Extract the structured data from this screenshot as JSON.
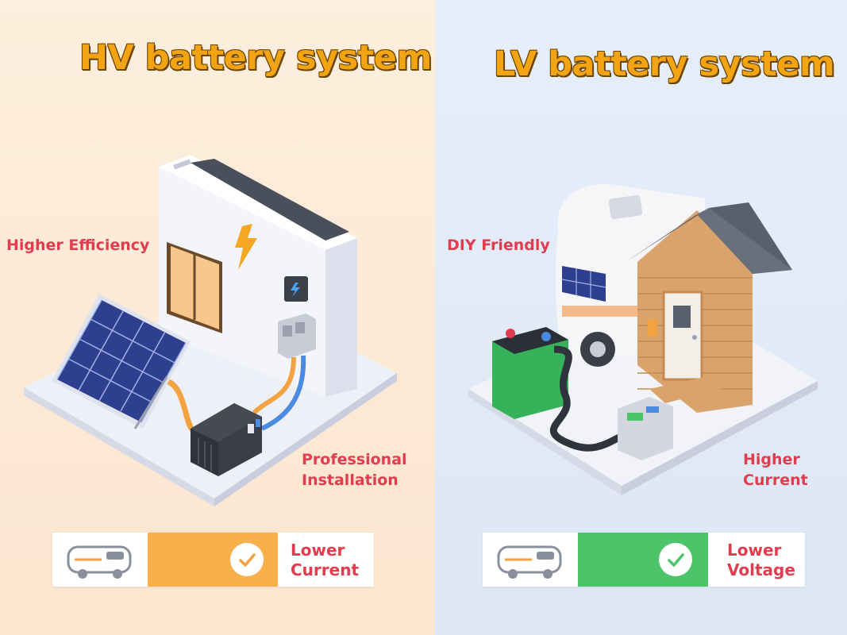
{
  "hv": {
    "title": "HV battery system",
    "labels": {
      "efficiency": "Higher Efficiency",
      "installation_line1": "Professional",
      "installation_line2": "Installation"
    },
    "bar": {
      "line1": "Lower",
      "line2": "Current",
      "fill_color": "#f7b04a"
    }
  },
  "lv": {
    "title": "LV battery system",
    "labels": {
      "diy": "DIY Friendly",
      "current_line1": "Higher",
      "current_line2": "Current"
    },
    "bar": {
      "line1": "Lower",
      "line2": "Voltage",
      "fill_color": "#4cc46a"
    }
  },
  "colors": {
    "title": "#f2a414",
    "label": "#e23c4e",
    "hv_bg": "#fdeedd",
    "lv_bg": "#e6eef9"
  }
}
